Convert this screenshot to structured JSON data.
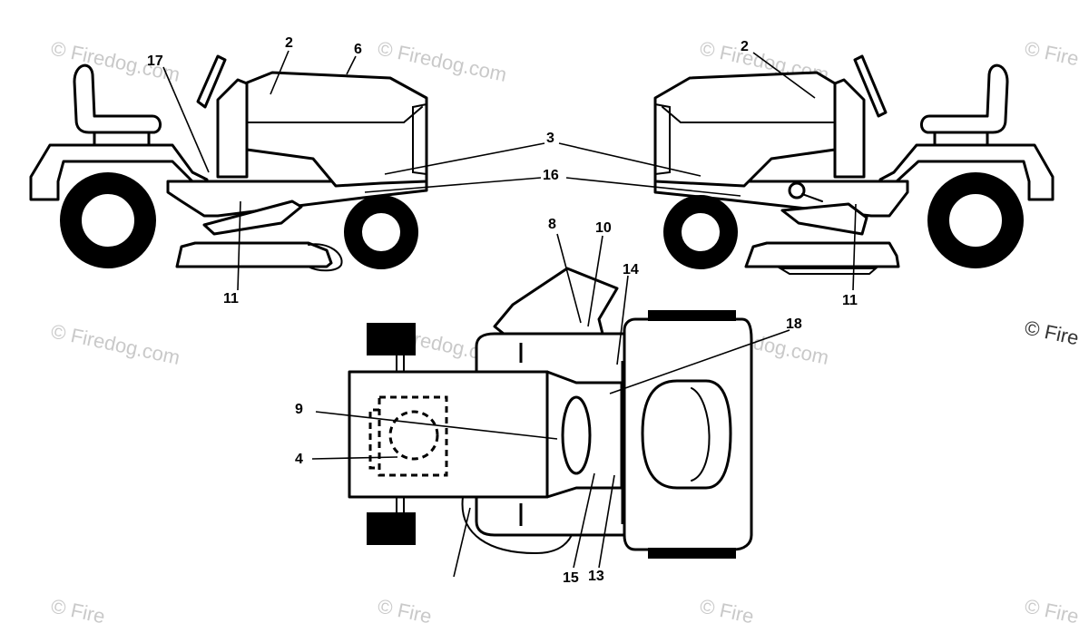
{
  "callouts": {
    "c2_left": "2",
    "c6": "6",
    "c17": "17",
    "c2_right": "2",
    "c3": "3",
    "c16": "16",
    "c11_left": "11",
    "c11_right": "11",
    "c8": "8",
    "c10": "10",
    "c14": "14",
    "c18": "18",
    "c9": "9",
    "c4": "4",
    "c15": "15",
    "c13": "13"
  },
  "watermark": {
    "text": "© Firedog.com",
    "edge_text": "© Fire",
    "corner_text": "© Fire"
  },
  "colors": {
    "line": "#000000",
    "background": "#ffffff",
    "watermark": "#c9c9c9"
  }
}
